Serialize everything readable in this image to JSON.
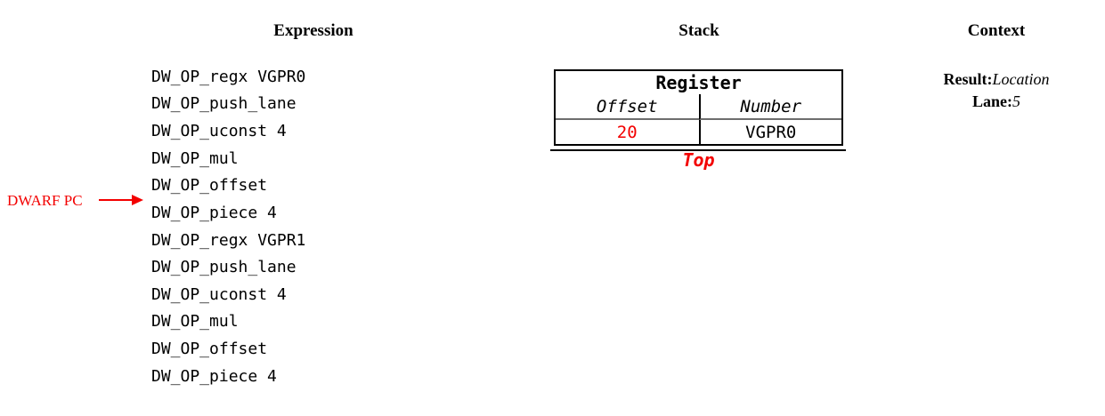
{
  "headers": {
    "expression": "Expression",
    "stack": "Stack",
    "context": "Context"
  },
  "expression": {
    "ops": [
      "DW_OP_regx VGPR0",
      "DW_OP_push_lane",
      "DW_OP_uconst 4",
      "DW_OP_mul",
      "DW_OP_offset",
      "DW_OP_piece 4",
      "DW_OP_regx VGPR1",
      "DW_OP_push_lane",
      "DW_OP_uconst 4",
      "DW_OP_mul",
      "DW_OP_offset",
      "DW_OP_piece 4"
    ],
    "pc_label": "DWARF PC"
  },
  "stack": {
    "entry": {
      "title": "Register",
      "columns": [
        "Offset",
        "Number"
      ],
      "values": [
        "20",
        "VGPR0"
      ]
    },
    "top_label": "Top"
  },
  "context": {
    "rows": [
      {
        "label": "Result:",
        "value": "Location"
      },
      {
        "label": "Lane:",
        "value": "5"
      }
    ]
  },
  "colors": {
    "highlight_red": "#f30000",
    "table_border": "#000000",
    "header_separator_gray": "#6e6e6e"
  }
}
